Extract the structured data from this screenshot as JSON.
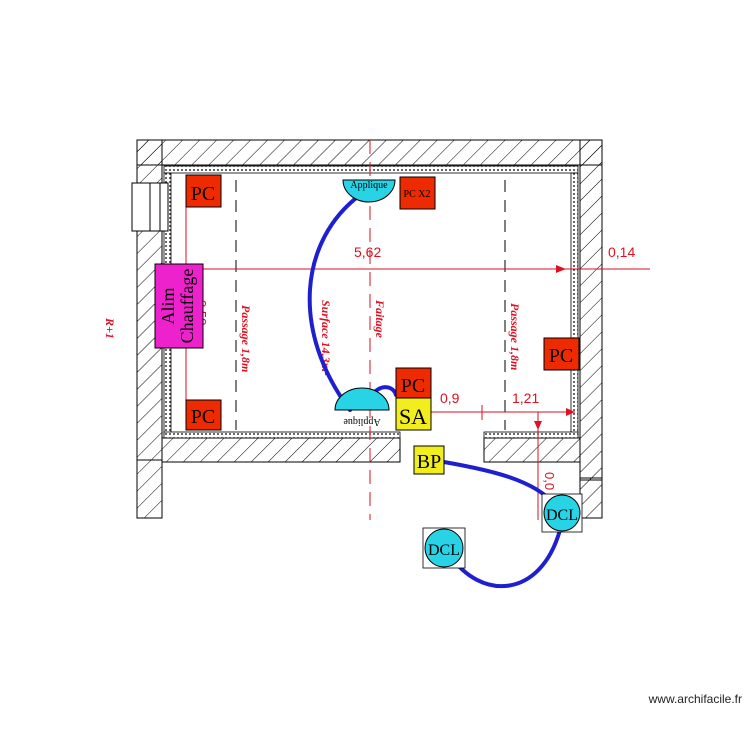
{
  "plan": {
    "dimensions": {
      "width_label": "5,62",
      "height_label": "3,58",
      "right_wall_label": "0,14",
      "opening_label": "0,9",
      "segment_label": "1,21",
      "small_label": "0,0"
    },
    "annotations": {
      "level": "R+1",
      "passage_left": "Passage 1,8m",
      "passage_right": "Passage 1,8m",
      "surface": "Surface 14,3m²",
      "faitage": "Faitage"
    },
    "symbols": {
      "pc": "PC",
      "pc_x2": "PC X2",
      "applique": "Applique",
      "alim_line1": "Alim",
      "alim_line2": "Chauffage",
      "sa": "SA",
      "bp": "BP",
      "dcl": "DCL"
    },
    "colors": {
      "pc": "#ee2a00",
      "applique": "#29d3e6",
      "alim": "#ee22cc",
      "sa_bp": "#f2ee1e",
      "dcl": "#29d3e6",
      "wire": "#1f1fd1",
      "dimension": "#dd1122"
    },
    "watermark": "www.archifacile.fr"
  }
}
